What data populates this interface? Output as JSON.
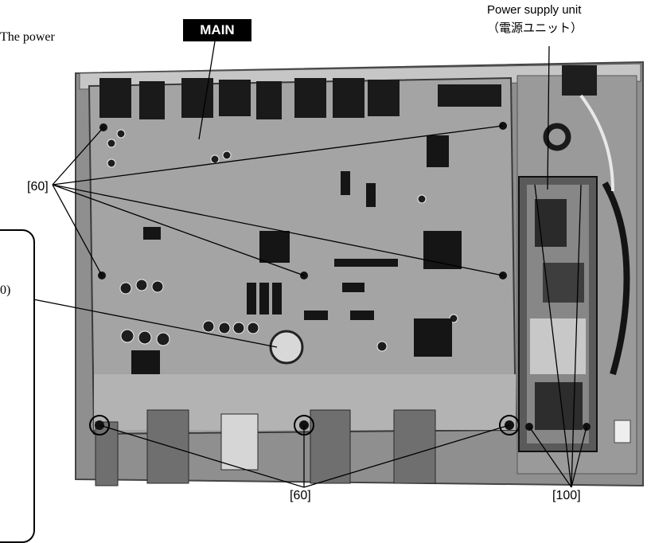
{
  "text_fragment_top": "The power",
  "side_fragment": "0)",
  "main_tag": "MAIN",
  "psu_label": {
    "line1": "Power supply unit",
    "line2": "（電源ユニット）"
  },
  "screw_labels": {
    "left": "[60]",
    "bottom": "[60]",
    "psu": "[100]"
  },
  "colors": {
    "board": "#a9a9a9",
    "chassis": "#8c8c8c",
    "dark": "#1c1c1c",
    "leader": "#000000"
  }
}
